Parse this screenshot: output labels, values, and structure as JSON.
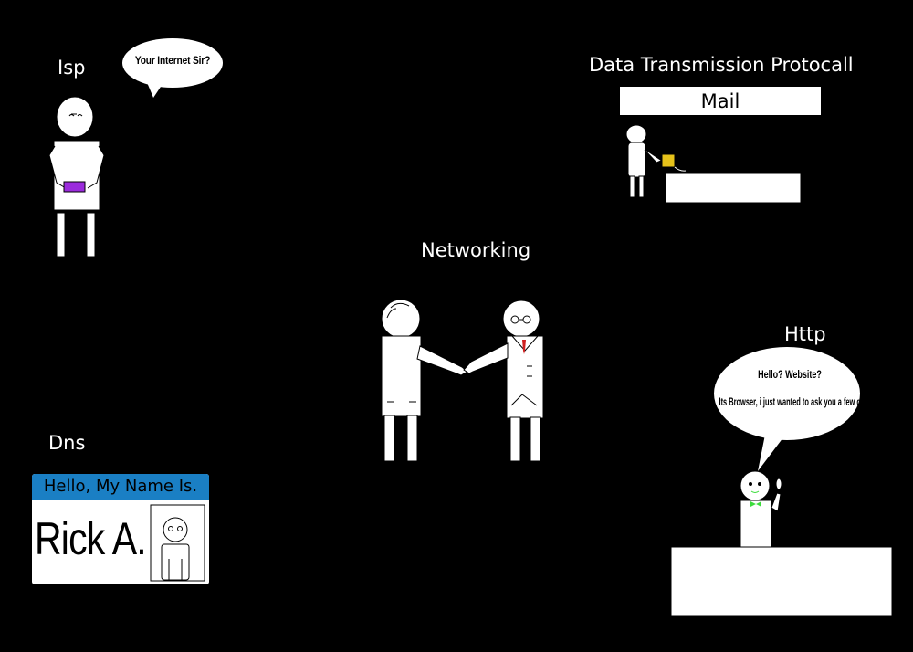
{
  "labels": {
    "isp": "Isp",
    "dtp": "Data Transmission Protocall",
    "networking": "Networking",
    "http": "Http",
    "dns": "Dns"
  },
  "isp_bubble": "Your Internet Sir?",
  "mail_label": "Mail",
  "http_bubble": {
    "line1": "Hello? Website?",
    "line2": "Its Browser, i just wanted to ask you a few questions."
  },
  "nametag": {
    "header": "Hello, My Name Is.",
    "name": "Rick A."
  },
  "colors": {
    "background": "#000000",
    "ink": "#ffffff",
    "purple_package": "#9b2bdc",
    "yellow_envelope": "#e6c21a",
    "nametag_blue": "#1a7fc4",
    "tie_red": "#d02020",
    "bowtie_green": "#3cdc3c"
  }
}
